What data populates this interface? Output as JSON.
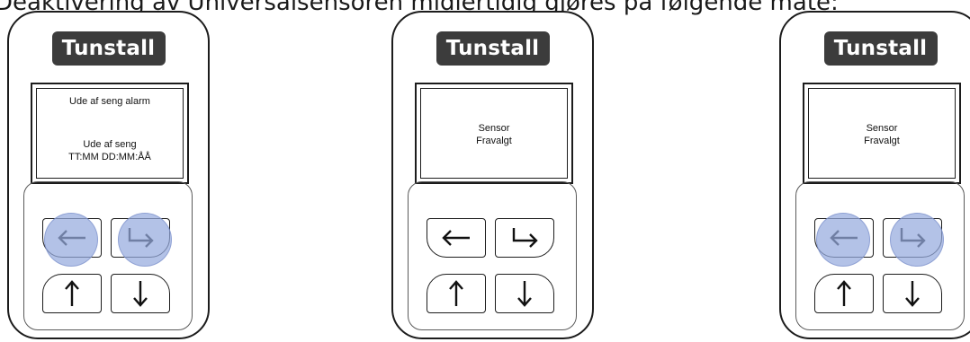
{
  "header": {
    "text": "Deaktivering av Universalsensoren midlertidig gjøres på følgende måte:"
  },
  "devices": [
    {
      "brand": "Tunstall",
      "screen_lines": [
        "Ude af seng alarm",
        "Ude af seng",
        "TT:MM DD:MM:ÅÅ"
      ],
      "highlighted_keys": [
        "left-arrow",
        "enter"
      ]
    },
    {
      "brand": "Tunstall",
      "screen_lines": [
        "Sensor",
        "Fravalgt"
      ],
      "highlighted_keys": []
    },
    {
      "brand": "Tunstall",
      "screen_lines": [
        "Sensor",
        "Fravalgt"
      ],
      "highlighted_keys": [
        "left-arrow",
        "enter"
      ]
    }
  ],
  "keys": {
    "left": "left-arrow-icon",
    "enter": "enter-arrow-icon",
    "up": "up-arrow-icon",
    "down": "down-arrow-icon"
  },
  "colors": {
    "highlight": "#96aade",
    "logo_bg": "#3c3c3c",
    "outline": "#1c1c1c"
  }
}
